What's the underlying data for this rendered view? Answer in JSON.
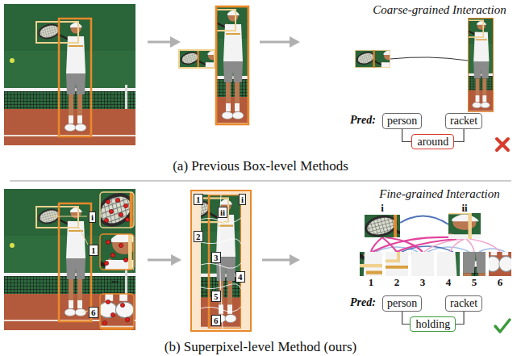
{
  "diagram": {
    "nodes": [
      {
        "text": [
          "person"
        ]
      },
      {
        "text": [
          "racket"
        ]
      },
      {
        "text": [
          "person"
        ]
      },
      {
        "text": [
          "racket"
        ]
      }
    ],
    "edges": [
      {
        "from": 0,
        "to": 1,
        "arrow": "none",
        "label": "around"
      },
      {
        "from": 2,
        "to": 3,
        "arrow": "none",
        "label": "holding"
      }
    ],
    "labels": [
      "Coarse-grained Interaction",
      "Pred:",
      "(a) Previous Box-level Methods",
      "i",
      "1",
      "...",
      "6",
      "1",
      "i",
      "ii",
      "2",
      "3",
      "4",
      "5",
      "6",
      "Fine-grained Interaction",
      "i",
      "ii",
      "1",
      "2",
      "3",
      "4",
      "5",
      "6",
      "Pred:",
      "(b) Superpixel-level Method (ours)"
    ]
  }
}
